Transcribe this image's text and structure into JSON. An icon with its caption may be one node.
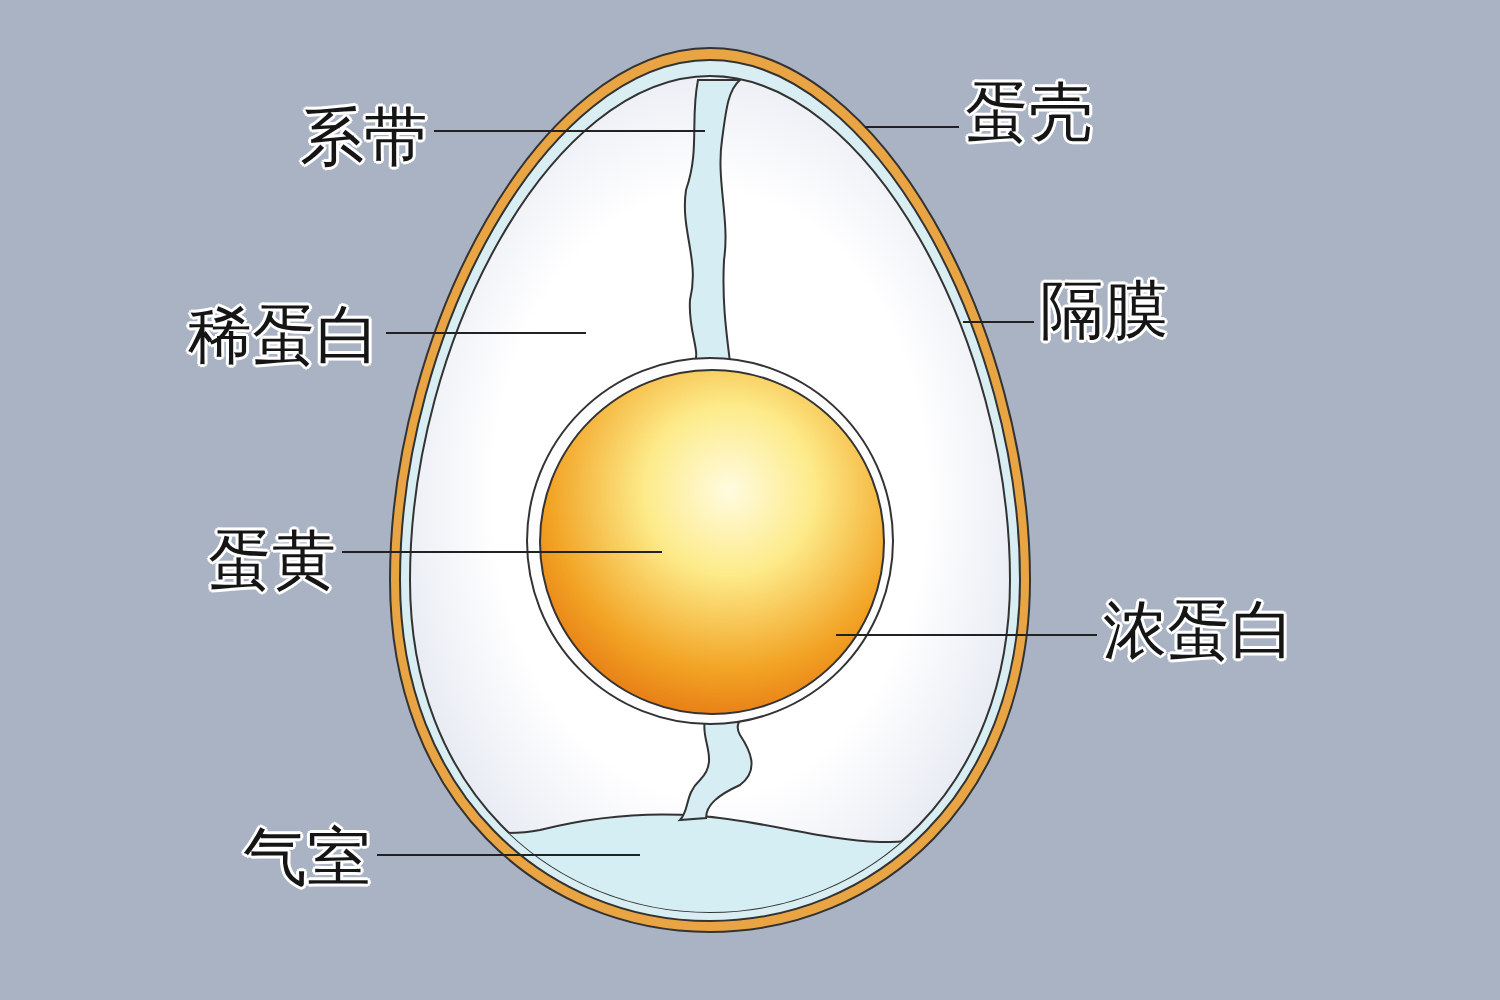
{
  "diagram": {
    "nodes": [
      {
        "text": [
          "系带"
        ]
      },
      {
        "text": [
          "蛋壳"
        ]
      },
      {
        "text": [
          "稀蛋白"
        ]
      },
      {
        "text": [
          "隔膜"
        ]
      },
      {
        "text": [
          "蛋黄"
        ]
      },
      {
        "text": [
          "浓蛋白"
        ]
      },
      {
        "text": [
          "气室"
        ]
      }
    ],
    "edges": [
      {
        "from": 0,
        "to": null,
        "arrow": "none"
      },
      {
        "from": 1,
        "to": null,
        "arrow": "none"
      },
      {
        "from": 2,
        "to": null,
        "arrow": "none"
      },
      {
        "from": 3,
        "to": null,
        "arrow": "none"
      },
      {
        "from": 4,
        "to": null,
        "arrow": "none"
      },
      {
        "from": 5,
        "to": null,
        "arrow": "none"
      },
      {
        "from": 6,
        "to": null,
        "arrow": "none"
      }
    ]
  }
}
